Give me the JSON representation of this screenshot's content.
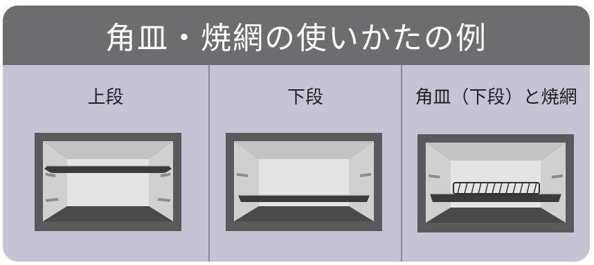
{
  "header": {
    "title": "角皿・焼網の使いかたの例"
  },
  "columns": [
    {
      "label": "上段"
    },
    {
      "label": "下段"
    },
    {
      "label": "角皿（下段）と焼網"
    }
  ],
  "colors": {
    "card_bg": "#c6c3d4",
    "header_bg": "#6d6d6f",
    "oven_frame": "#5a5a5a",
    "oven_wall": "#d2d2d2",
    "oven_back": "#e2e2e2",
    "tray": "#3b3b3b"
  }
}
